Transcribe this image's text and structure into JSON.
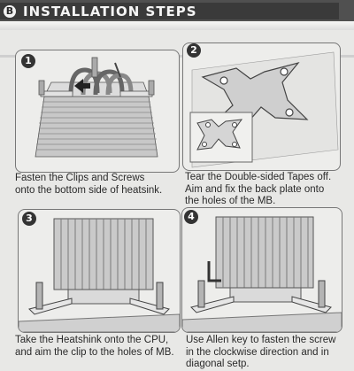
{
  "header": {
    "badge": "B",
    "title": "INSTALLATION STEPS"
  },
  "steps": [
    {
      "number": "1",
      "lines": [
        "Fasten the Clips and Screws",
        "onto the bottom side of heatsink."
      ]
    },
    {
      "number": "2",
      "lines": [
        "Tear the Double-sided Tapes off.",
        "Aim and fix the back plate onto",
        "the holes of the MB."
      ]
    },
    {
      "number": "3",
      "lines": [
        "Take the Heatshink onto the CPU,",
        "and aim the clip to the holes of MB."
      ]
    },
    {
      "number": "4",
      "lines": [
        "Use Allen key to fasten the screw",
        "in the clockwise direction and in",
        "diagonal setp."
      ]
    }
  ]
}
